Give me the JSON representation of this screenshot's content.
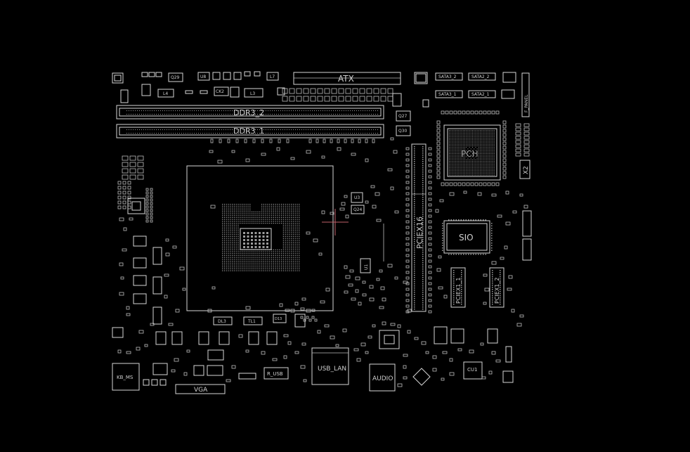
{
  "labels": {
    "atx": "ATX",
    "ddr3_2": "DDR3_2",
    "ddr3_1": "DDR3_1",
    "pciex16": "PCIEX16",
    "sio": "SIO",
    "pch": "PCH",
    "pciex1_1": "PCIEX1_1",
    "pciex1_2": "PCIEX1_2",
    "x2": "X2",
    "f_panel": "F_PANEL",
    "sata3_2": "SATA3_2",
    "sata2_2": "SATA2_2",
    "sata3_1": "SATA3_1",
    "sata2_1": "SATA2_1",
    "u3": "U3",
    "q24": "Q24",
    "u1": "U1",
    "l4": "L4",
    "l3": "L3",
    "l7": "L7",
    "u8": "U8",
    "q29": "Q29",
    "q27": "Q27",
    "q30": "Q30",
    "dl3": "DL3",
    "tl1": "TL1",
    "d13": "D13",
    "kb_ms": "KB_MS",
    "vga": "VGA",
    "r_usb": "R_USB",
    "usb_lan": "USB_LAN",
    "audio": "AUDIO",
    "cu1": "CU1",
    "ck2": "CK2"
  },
  "colors": {
    "background": "#000000",
    "silkscreen": "#d6d6d6",
    "crosshair": "#c0606a"
  }
}
